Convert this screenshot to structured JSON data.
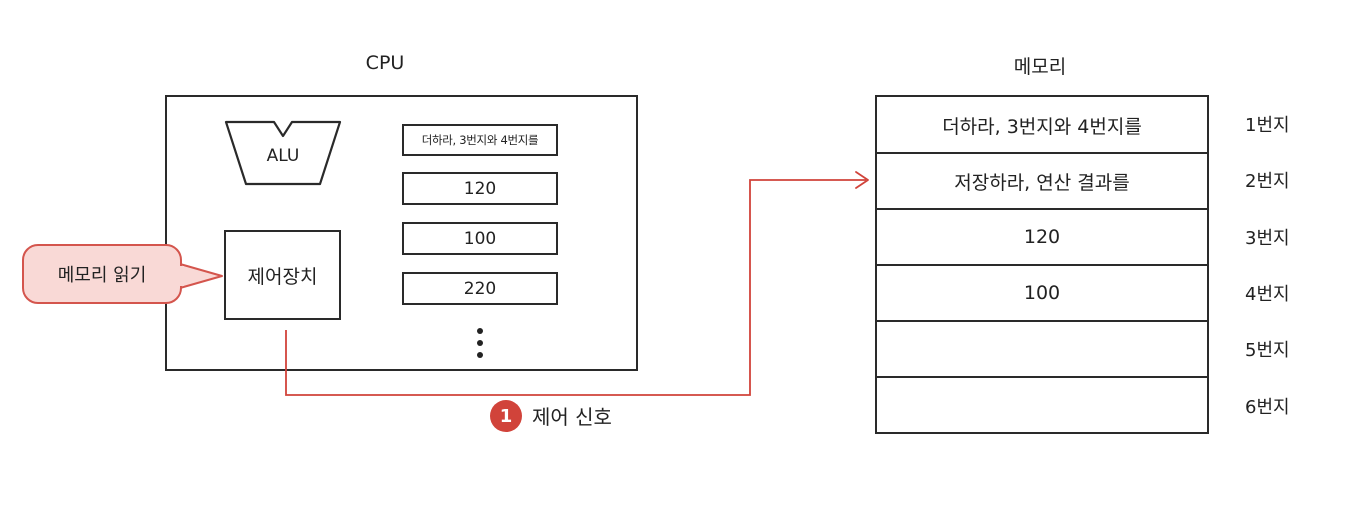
{
  "cpu": {
    "title": "CPU",
    "alu_label": "ALU",
    "control_unit_label": "제어장치",
    "registers": [
      "더하라, 3번지와 4번지를",
      "120",
      "100",
      "220"
    ]
  },
  "memory": {
    "title": "메모리",
    "rows": [
      {
        "value": "더하라, 3번지와 4번지를",
        "address": "1번지"
      },
      {
        "value": "저장하라, 연산 결과를",
        "address": "2번지"
      },
      {
        "value": "120",
        "address": "3번지"
      },
      {
        "value": "100",
        "address": "4번지"
      },
      {
        "value": "",
        "address": "5번지"
      },
      {
        "value": "",
        "address": "6번지"
      }
    ]
  },
  "callout": {
    "text": "메모리 읽기"
  },
  "signal": {
    "step_number": "1",
    "label": "제어 신호"
  },
  "colors": {
    "accent": "#d1433a",
    "bubble_fill": "#f9d9d6",
    "line": "#2a2a2a"
  }
}
